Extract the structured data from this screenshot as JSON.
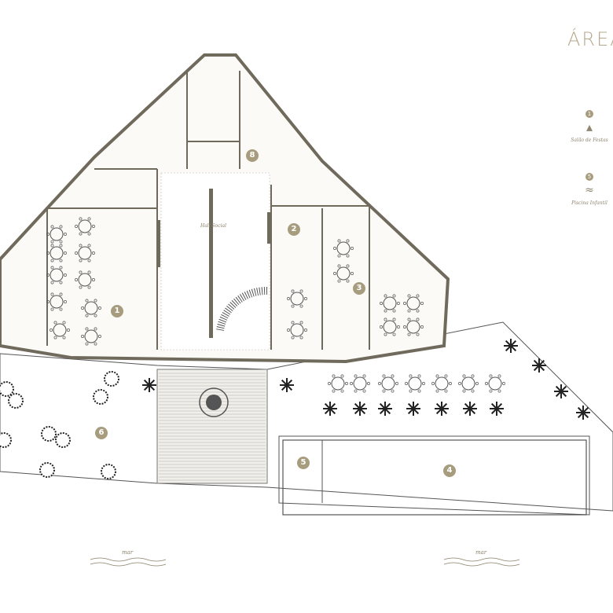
{
  "page_title": "ÁREA",
  "legend": [
    {
      "number": "1",
      "label": "Salão de Festas",
      "icon": "party-icon"
    },
    {
      "number": "5",
      "label": "Piscina Infantil",
      "icon": "pool-icon"
    }
  ],
  "areas": [
    {
      "number": "1"
    },
    {
      "number": "2"
    },
    {
      "number": "3"
    },
    {
      "number": "4"
    },
    {
      "number": "5"
    },
    {
      "number": "6"
    },
    {
      "number": "8"
    }
  ],
  "hall_label": "Hall Social",
  "sea_labels": [
    "mar",
    "mar"
  ],
  "colors": {
    "wall": "#6f6a5c",
    "accent": "#a79c7e",
    "line": "#555555",
    "floor": "#f4f2ec"
  }
}
